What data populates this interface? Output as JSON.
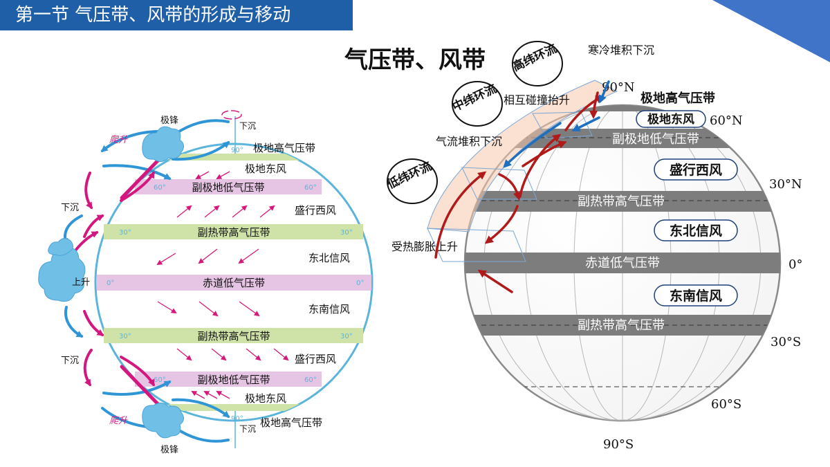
{
  "header": {
    "section_title": "第一节  气压带、风带的形成与移动"
  },
  "main_title": "气压带、风带",
  "left_diagram": {
    "bands": [
      {
        "label": "副极地低气压带",
        "kind": "low"
      },
      {
        "label": "副热带高气压带",
        "kind": "high"
      },
      {
        "label": "赤道低气压带",
        "kind": "low"
      },
      {
        "label": "副热带高气压带",
        "kind": "high"
      },
      {
        "label": "副极地低气压带",
        "kind": "low"
      }
    ],
    "lat_ticks": [
      "90°",
      "60°",
      "30°",
      "0°",
      "30°",
      "60°",
      "90°"
    ],
    "side_labels": {
      "north_pole_high": "极地高气压带",
      "north_easterlies": "极地东风",
      "north_westerlies": "盛行西风",
      "ne_trades": "东北信风",
      "se_trades": "东南信风",
      "south_westerlies": "盛行西风",
      "south_easterlies": "极地东风",
      "south_pole_high": "极地高气压带"
    },
    "circulation_labels": {
      "polar_front_n": "极锋",
      "polar_front_s": "极锋",
      "climb_n": "爬升",
      "climb_s": "爬升",
      "sink_n": "下沉",
      "sink_s": "下沉",
      "rise": "上升",
      "pole_sink_n": "下沉",
      "pole_sink_s": "下沉"
    }
  },
  "right_diagram": {
    "band_labels": {
      "polar_high": "极地高气压带",
      "subpolar_low": "副极地低气压带",
      "subtropical_high_n": "副热带高气压带",
      "equatorial_low": "赤道低气压带",
      "subtropical_high_s": "副热带高气压带"
    },
    "wind_labels": {
      "polar_easterlies": "极地东风",
      "westerlies": "盛行西风",
      "ne_trades": "东北信风",
      "se_trades": "东南信风"
    },
    "latitude_labels": [
      "90°N",
      "60°N",
      "30°N",
      "0°",
      "30°S",
      "60°S",
      "90°S"
    ],
    "cell_labels": {
      "high_lat": "高纬环流",
      "mid_lat": "中纬环流",
      "low_lat": "低纬环流"
    },
    "process_labels": {
      "cold_sink": "寒冷堆积下沉",
      "collide_rise": "相互碰撞抬升",
      "air_sink": "气流堆积下沉",
      "heat_rise": "受热膨胀上升"
    }
  },
  "colors": {
    "title_bar": "#1f5fa8",
    "low_band": "#e6c4e3",
    "high_band": "#cfe3a8",
    "globe_outline": "#5ab4dc",
    "wind_arrow": "#d6187a",
    "right_band": "#7d7d7d",
    "circulation_red": "#b01a1a",
    "circulation_blue": "#1e6fc0",
    "corner_accent": "#3f74c9"
  }
}
